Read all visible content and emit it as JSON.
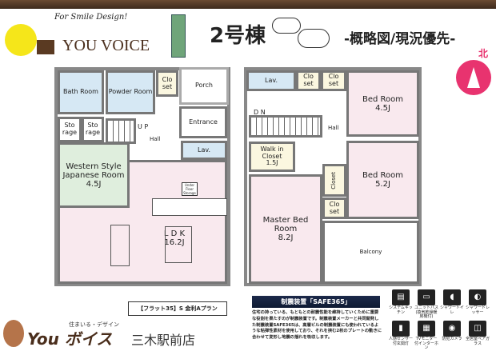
{
  "header": {
    "tagline": "For Smile Design!",
    "brand": "YOU VOICE",
    "building": "2号棟",
    "subtitle": "-概略図/現況優先-",
    "north": "北"
  },
  "floor1": {
    "bath": "Bath Room",
    "powder": "Powder Room",
    "closet": "Clo set",
    "porch": "Porch",
    "storage1": "Sto rage",
    "storage2": "Sto rage",
    "up": "U P",
    "hall": "Hall",
    "entrance": "Entrance",
    "lav": "Lav.",
    "japanese": "Western Style Japanese Room",
    "japanese_size": "4.5J",
    "underfloor": "Under Floor Storage",
    "ldk": "L D K",
    "ldk_size": "16.2J"
  },
  "floor2": {
    "lav": "Lav.",
    "closet1": "Clo set",
    "closet2": "Clo set",
    "bed1": "Bed Room",
    "bed1_size": "4.5J",
    "dn": "D N",
    "hall": "Hall",
    "walkin": "Walk in Closet",
    "walkin_size": "1.5J",
    "bed2": "Bed Room",
    "bed2_size": "5.2J",
    "closet3": "Closet",
    "closet4": "Clo set",
    "master": "Master Bed Room",
    "master_size": "8.2J",
    "balcony": "Balcony"
  },
  "plan_badge": "【フラット35】S 金利Aプラン",
  "footer": {
    "small": "住まいる・デザイン",
    "logo": "You ボイス",
    "store": "三木駅前店"
  },
  "safe": {
    "title": "制震装置「SAFE365」",
    "body": "住宅の持っている、もともとの耐震性能を維持していくために重要な役割を果たすのが制震装置です。制震装置メーカーと共同開発した制震装置SAFE365は、高層ビルの制震装置にも使われているような粘弾性素材を使用しており、それを挟む2枚のプレートの動きに合わせて変形し地震の揺れを吸収します。"
  },
  "features": [
    "システムキッチン",
    "ユニットバス(換気乾燥暖房機付)",
    "シャワートイレ",
    "シャワードレッサー",
    "人感センサー付玄関灯",
    "TVモニター付インターホン",
    "防犯カメラ",
    "全居室ペアガラス"
  ],
  "colors": {
    "accent": "#e8336f",
    "brown": "#4a2e1c"
  }
}
